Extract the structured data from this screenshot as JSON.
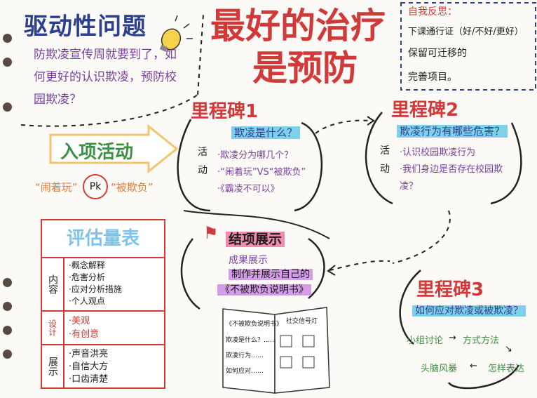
{
  "colors": {
    "paper": "#fbfaf6",
    "blue": "#2d3f8f",
    "purple": "#7b3fa0",
    "red": "#d23a3a",
    "green": "#3f8f46",
    "orange": "#e07b3a",
    "highlight_blue": "#7fd0ea",
    "highlight_pink": "#f28bb0",
    "highlight_yellow": "#f6d34a"
  },
  "driving_question": {
    "title": "驱动性问题",
    "body": "防欺凌宣传周就要到了，如何更好的认识欺凌，预防校园欺凌？",
    "icon": "lightbulb-icon"
  },
  "main_title": {
    "line1": "最好的治疗",
    "line2": "是预防"
  },
  "reflection": {
    "title": "自我反思：",
    "items": [
      "下课通行证（好/不好/更好）",
      "保留可迁移的",
      "完善项目。"
    ]
  },
  "entry_activity": {
    "label": "入项活动",
    "left": "“闹着玩”",
    "vs": "Pk",
    "right": "“被欺负”"
  },
  "milestone1": {
    "title": "里程碑1",
    "subtitle": "欺凌是什么？",
    "side_label": "活动",
    "items": [
      "·欺凌分为哪几个？",
      "·“闹着玩”VS“被欺负”",
      "·《霸凌不可以》"
    ]
  },
  "milestone2": {
    "title": "里程碑2",
    "subtitle": "欺凌行为有哪些危害？",
    "side_label": "活动",
    "items": [
      "·认识校园欺凌行为",
      "·我们身边是否存在校园欺凌？"
    ]
  },
  "milestone3": {
    "title": "里程碑3",
    "subtitle": "如何应对欺凌或被欺凌？",
    "flow": [
      "小组讨论",
      "方式方法",
      "怎样表达",
      "头脑风暴"
    ]
  },
  "final_show": {
    "title": "结项展示",
    "line1": "成果展示",
    "line2": "制作并展示自己的",
    "line3": "《不被欺负说明书》",
    "book_left_title": "《不被欺负说明书》",
    "book_left_lines": [
      "欺凌是什么？……",
      "欺凌行为……",
      "如何应对……"
    ],
    "book_right_title": "社交信号灯"
  },
  "evaluation": {
    "title": "评估量表",
    "rows": [
      {
        "label": "内容",
        "items": [
          "·概念解释",
          "·危害分析",
          "·应对分析措施",
          "·个人观点"
        ]
      },
      {
        "label": "设计",
        "items": [
          "·美观",
          "·有创意"
        ]
      },
      {
        "label": "展示",
        "items": [
          "·声音洪亮",
          "·自信大方",
          "·口齿清楚"
        ]
      }
    ]
  }
}
